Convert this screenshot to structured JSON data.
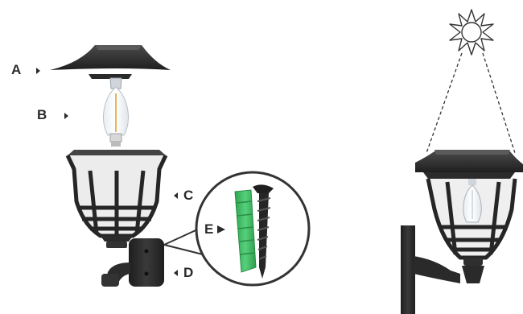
{
  "labels": {
    "a": "A",
    "b": "B",
    "c": "C",
    "d": "D",
    "e": "E"
  },
  "colors": {
    "lamp_body": "#2b2b2b",
    "lamp_highlight": "#4a4a4a",
    "glass": "#f4f4f4",
    "anchor_green": "#3dbf63",
    "screw": "#222222",
    "sun_stroke": "#333333",
    "label": "#2a2a2a"
  },
  "icons": [
    "sun-icon",
    "bulb-icon",
    "wall-anchor-icon",
    "screw-icon"
  ]
}
